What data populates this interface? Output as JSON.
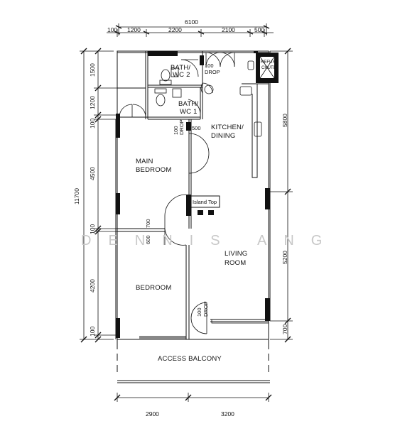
{
  "dimensions": {
    "top_total": "6100",
    "top_segments": [
      "100",
      "1200",
      "2200",
      "2100",
      "500"
    ],
    "left_total": "11700",
    "left_segments": [
      "1500",
      "1200",
      "100",
      "4500",
      "100",
      "4200",
      "100"
    ],
    "right_segments": [
      "5800",
      "5200",
      "700"
    ],
    "bottom_segments": [
      "2900",
      "3200"
    ],
    "inner": {
      "bath_drop": "100",
      "kitchen_drop": "100",
      "kitchen_500": "500",
      "partition_700": "700",
      "partition_600": "600",
      "living_drop": "100"
    }
  },
  "rooms": {
    "bath_wc_2": [
      "BATH/",
      "WC 2"
    ],
    "bath_wc_1": [
      "BATH/",
      "WC 1"
    ],
    "kitchen": [
      "KITCHEN/",
      "DINING"
    ],
    "main_bedroom": [
      "MAIN",
      "BEDROOM"
    ],
    "bedroom": "BEDROOM",
    "living": [
      "LIVING",
      "ROOM"
    ],
    "access_balcony": "ACCESS BALCONY"
  },
  "labels": {
    "drop": "DROP",
    "refuse_chute": [
      "REFUSE",
      "CHUTE"
    ],
    "island_top": "Island Top"
  },
  "watermark": "DENNIS ANG"
}
